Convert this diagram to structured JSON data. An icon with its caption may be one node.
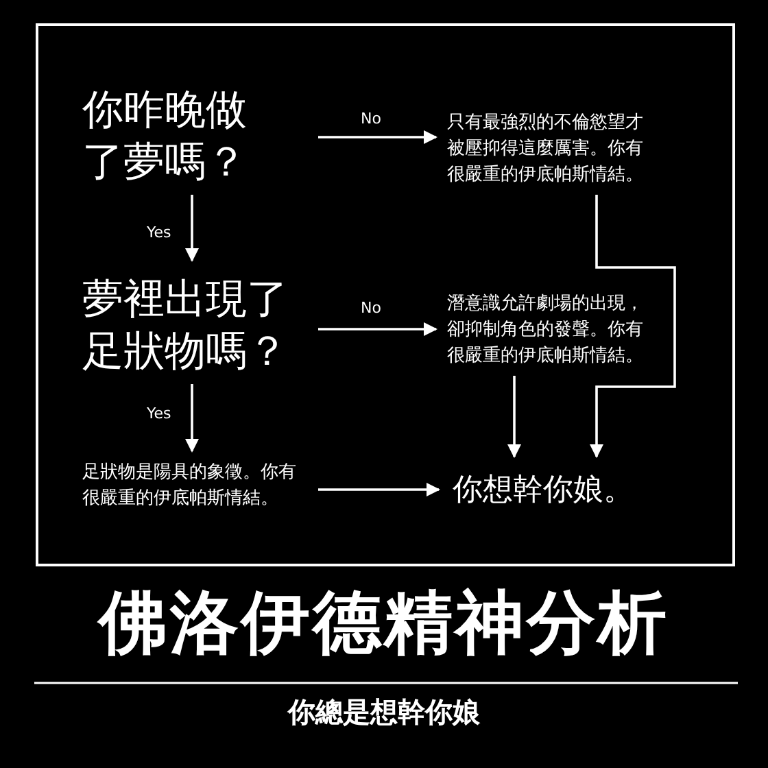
{
  "diagram": {
    "title": "佛洛伊德精神分析",
    "nodes": [
      {
        "text": [
          "你昨晚做了夢嗎？"
        ]
      },
      {
        "text": [
          "只有最強烈的不倫慾望才被壓抑得這麼厲害。你有很嚴重的伊底帕斯情結。"
        ]
      },
      {
        "text": [
          "夢裡出現了足狀物嗎？"
        ]
      },
      {
        "text": [
          "潛意識允許劇場的出現，卻抑制角色的發聲。你有很嚴重的伊底帕斯情結。"
        ]
      },
      {
        "text": [
          "足狀物是陽具的象徵。你有很嚴重的伊底帕斯情結。"
        ]
      },
      {
        "text": [
          "你想幹你娘。"
        ]
      }
    ],
    "edges": [
      {
        "from": 0,
        "to": 1,
        "arrow": "to",
        "label": "No"
      },
      {
        "from": 0,
        "to": 2,
        "arrow": "to",
        "label": "Yes"
      },
      {
        "from": 2,
        "to": 3,
        "arrow": "to",
        "label": "No"
      },
      {
        "from": 2,
        "to": 4,
        "arrow": "to",
        "label": "Yes"
      },
      {
        "from": 4,
        "to": 5,
        "arrow": "to"
      },
      {
        "from": 3,
        "to": 5,
        "arrow": "to"
      },
      {
        "from": 1,
        "to": 5,
        "arrow": "to"
      }
    ],
    "labels": [
      "你總是想幹你娘"
    ]
  }
}
